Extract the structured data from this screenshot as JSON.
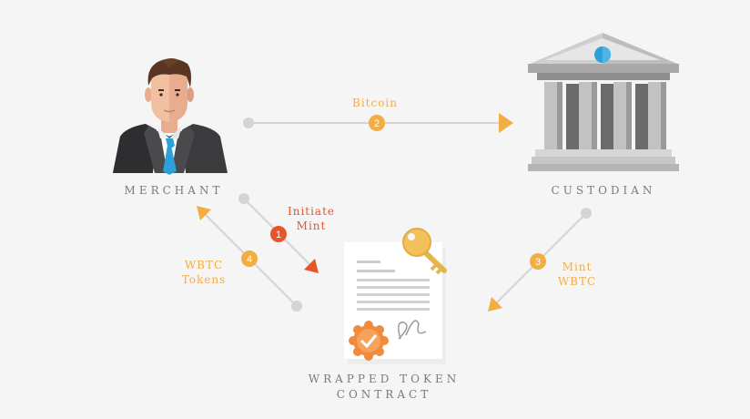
{
  "colors": {
    "background": "#f5f5f5",
    "connector": "#d4d4d4",
    "orange": "#f3ad43",
    "red": "#e8552b",
    "node_text": "#7a7a7a"
  },
  "nodes": {
    "merchant": {
      "label": "MERCHANT",
      "icon": "businessman-icon"
    },
    "custodian": {
      "label": "CUSTODIAN",
      "icon": "bank-icon"
    },
    "contract": {
      "label_line1": "WRAPPED TOKEN",
      "label_line2": "CONTRACT",
      "icon": "contract-document-icon"
    }
  },
  "edges": [
    {
      "step": "1",
      "line1": "Initiate",
      "line2": "Mint",
      "color": "red"
    },
    {
      "step": "2",
      "line1": "Bitcoin",
      "line2": "",
      "color": "orange"
    },
    {
      "step": "3",
      "line1": "Mint",
      "line2": "WBTC",
      "color": "orange"
    },
    {
      "step": "4",
      "line1": "WBTC",
      "line2": "Tokens",
      "color": "orange"
    }
  ]
}
